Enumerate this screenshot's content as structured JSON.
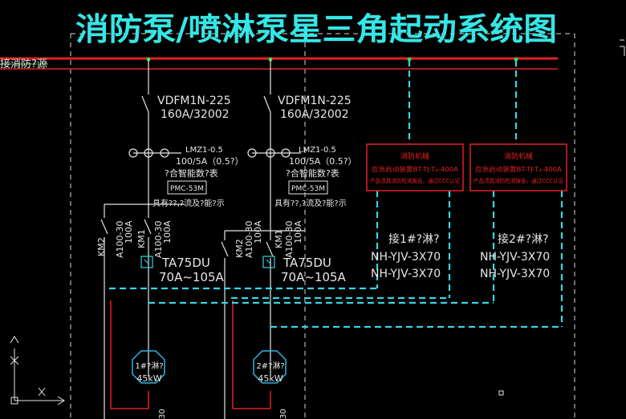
{
  "title": "消防泵/喷淋泵星三角起动系统图",
  "source_label": "接消防?源",
  "breakers": [
    {
      "model": "VDFM1N-225",
      "rating": "160A/32002"
    },
    {
      "model": "VDFM1N-225",
      "rating": "160A/32002"
    }
  ],
  "cts": [
    {
      "model": "LMZ1-0.5",
      "ratio": "100/5A（0.5?）",
      "meter": "?合智能数?表",
      "meter_box": "PMC-53M",
      "note": "具有??,?流及?能?示"
    },
    {
      "model": "LMZ1-0.5",
      "ratio": "100/5A（0.5?）",
      "meter": "?合智能数?表",
      "meter_box": "PMC-53M",
      "note": "具有??,?流及?能?示"
    }
  ],
  "contactors": {
    "km2": "KM2",
    "km1": "KM1",
    "km2_model": "A100-30",
    "km2_rating": "100A",
    "km1_model": "A100-30",
    "km1_rating": "100A"
  },
  "relays": [
    {
      "model": "TA75DU",
      "range": "70A~105A"
    },
    {
      "model": "TA75DU",
      "range": "70A~105A"
    }
  ],
  "motors": [
    {
      "label": "1#?淋?",
      "power": "45kW",
      "tag": "30"
    },
    {
      "label": "2#?淋?",
      "power": "45kW",
      "tag": "30"
    }
  ],
  "fire_panels": [
    {
      "title": "消防机械",
      "line1": "应急启动装置BT-TJ-T₄-400A",
      "line2": "产品须具消防检测报告，通过CCC认证"
    },
    {
      "title": "消防机械",
      "line1": "应急启动装置BT-TJ-T₄-400A",
      "line2": "产品须具消防检测报告，通过CCC认证"
    }
  ],
  "cables": [
    {
      "label": "接1#?淋?",
      "spec1": "NH-YJV-3X70",
      "spec2": "NH-YJV-3X70"
    },
    {
      "label": "接2#?淋?",
      "spec1": "NH-YJV-3X70",
      "spec2": "NH-YJV-3X70"
    }
  ],
  "colors": {
    "busbar": "#e62020",
    "wire": "#e6e6e6",
    "dashed": "#35d6e6",
    "accent": "#35e6e6",
    "node": "#30e040",
    "motor": "#30b4e6"
  }
}
